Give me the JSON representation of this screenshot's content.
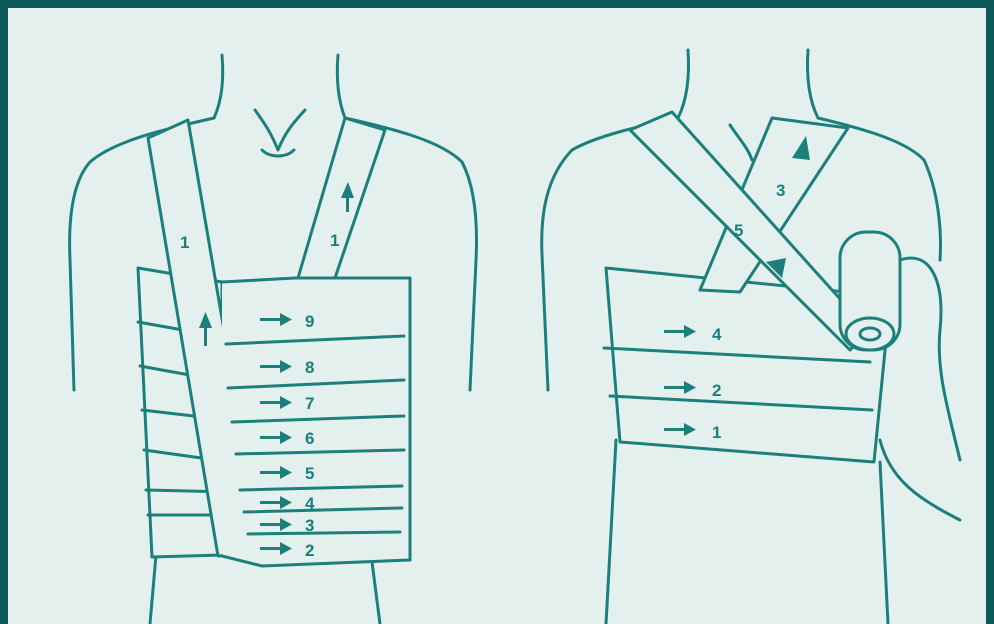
{
  "colors": {
    "frame": "#0e5a5a",
    "paper": "#e3f0ee",
    "line": "#1c7f7b"
  },
  "left_figure": {
    "strap_front_label": "1",
    "strap_back_label": "1",
    "turn_labels": [
      "9",
      "8",
      "7",
      "6",
      "5",
      "4",
      "3",
      "2"
    ]
  },
  "right_figure": {
    "crossing_labels": [
      "3",
      "5"
    ],
    "turn_labels": [
      "4",
      "2",
      "1"
    ]
  },
  "icons": [
    "arrow-right-icon",
    "arrow-up-icon",
    "arrow-down-icon",
    "bandage-roll-icon"
  ]
}
